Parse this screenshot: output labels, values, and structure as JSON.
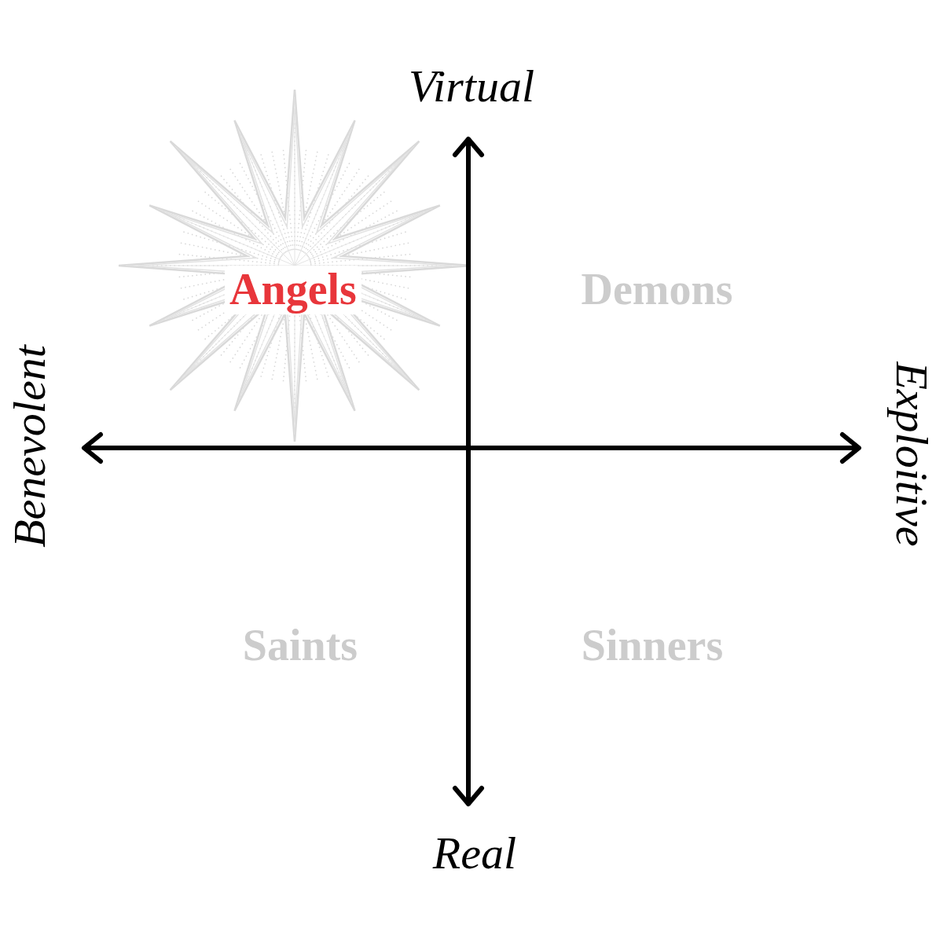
{
  "diagram": {
    "labels": [
      "Virtual",
      "Benevolent",
      "Angels",
      "Demons",
      "Exploitive",
      "Saints",
      "Sinners",
      "Real"
    ]
  }
}
